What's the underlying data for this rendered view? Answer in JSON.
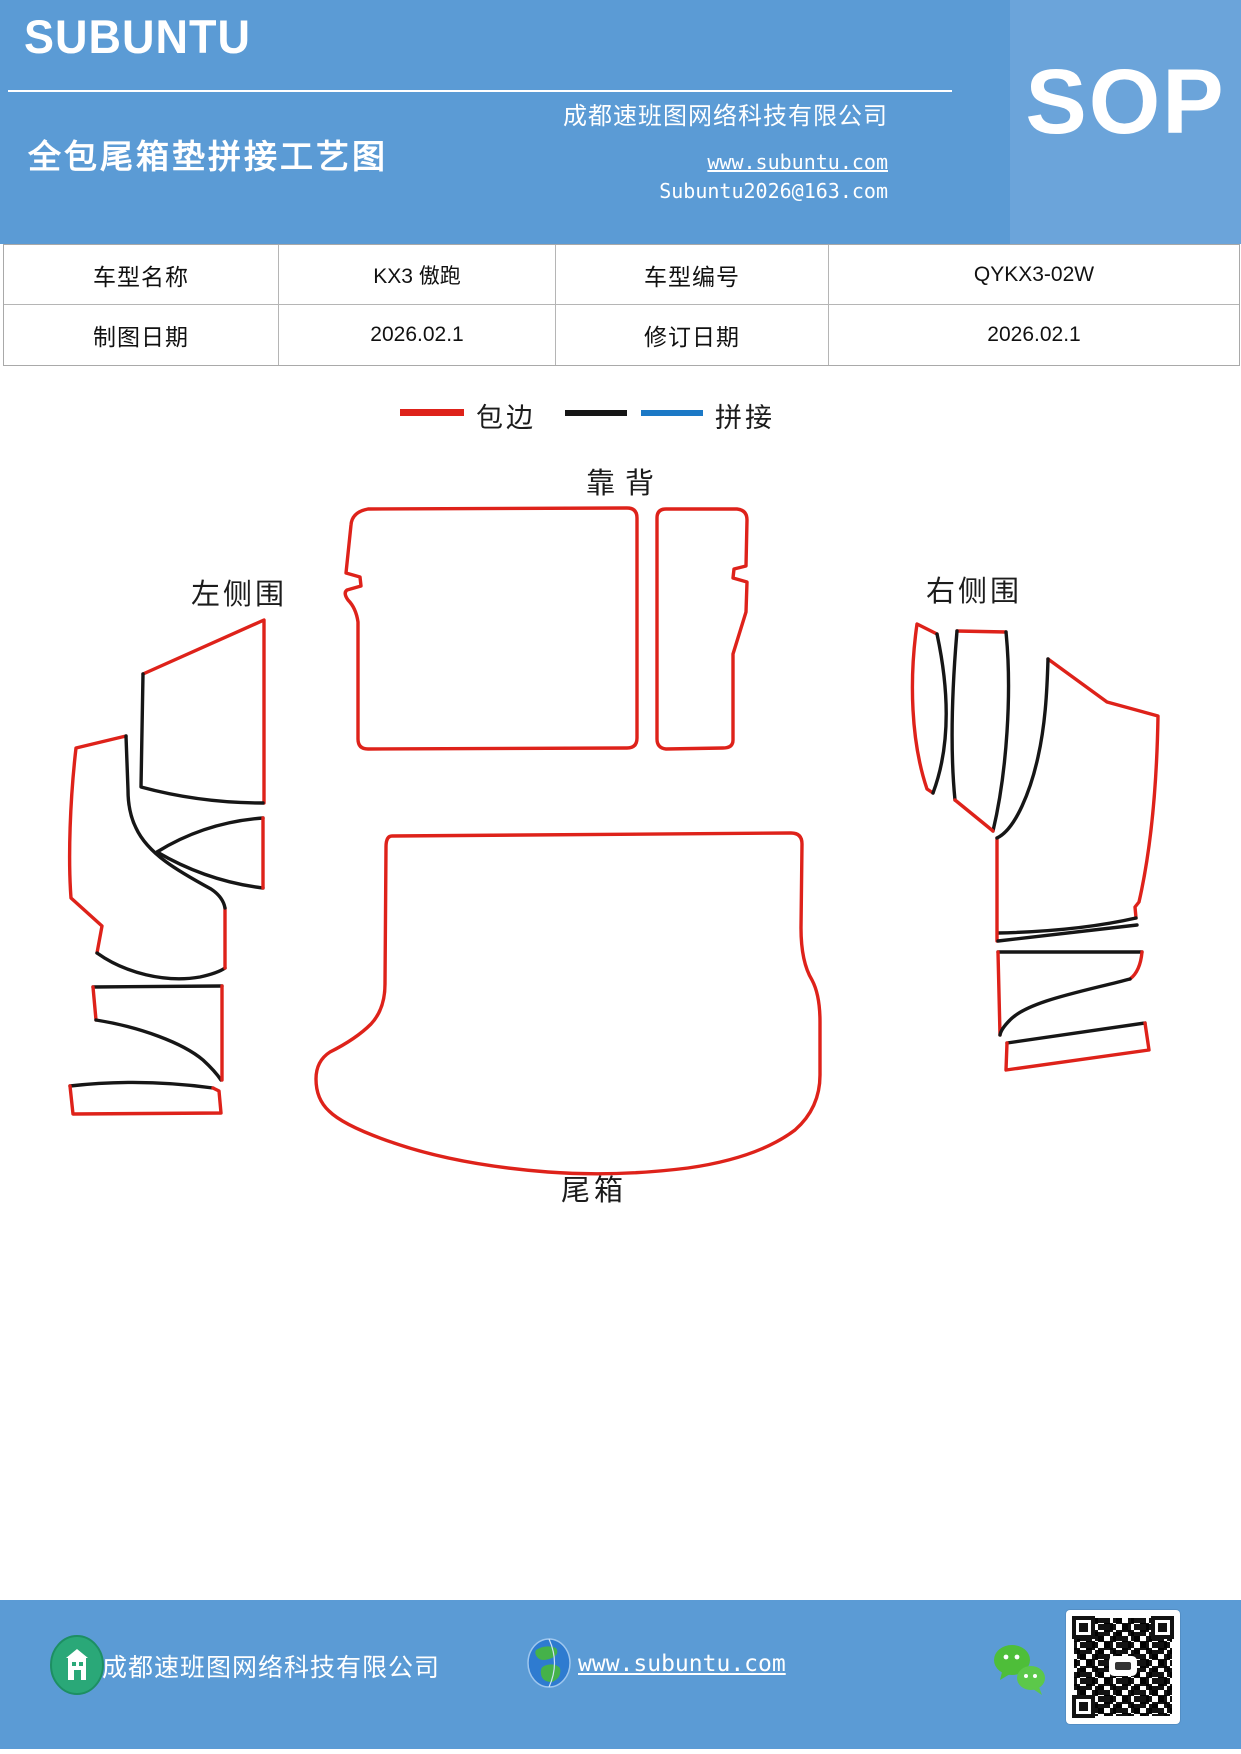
{
  "header": {
    "logo": "SUBUNTU",
    "title": "全包尾箱垫拼接工艺图",
    "company": "成都速班图网络科技有限公司",
    "website": "www.subuntu.com",
    "email": "Subuntu2026@163.com",
    "sop_label": "SOP",
    "band_color": "#5b9bd5",
    "sop_box_color": "#6ba4da"
  },
  "info_table": {
    "model_name_label": "车型名称",
    "model_name_value": "KX3 傲跑",
    "model_code_label": "车型编号",
    "model_code_value": "QYKX3-02W",
    "draw_date_label": "制图日期",
    "draw_date_value": "2026.02.1",
    "revise_date_label": "修订日期",
    "revise_date_value": "2026.02.1"
  },
  "legend": {
    "edge_label": "包边",
    "stitch_label": "拼接",
    "edge_color": "#de221a",
    "stitch_black_color": "#161616",
    "stitch_blue_color": "#1c79c6"
  },
  "diagram": {
    "backrest_label": "靠背",
    "left_side_label": "左侧围",
    "right_side_label": "右侧围",
    "trunk_label": "尾箱"
  },
  "footer": {
    "company": "成都速班图网络科技有限公司",
    "website": "www.subuntu.com",
    "band_color": "#5b9bd5"
  }
}
